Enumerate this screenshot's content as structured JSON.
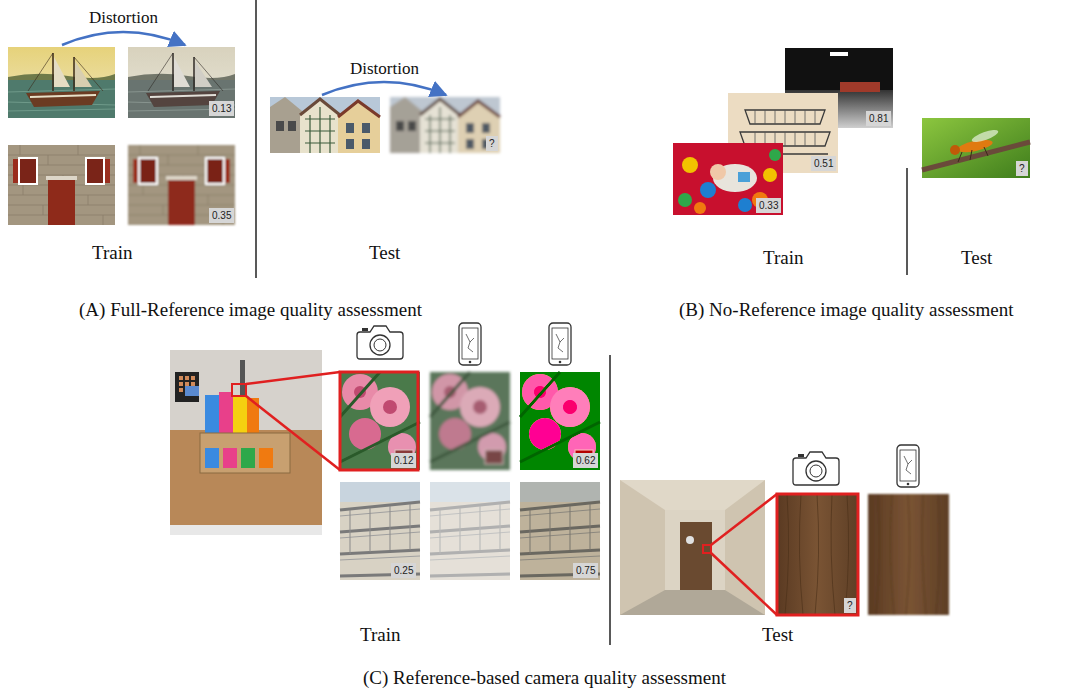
{
  "diagram": {
    "labels": [
      "Distortion",
      "0.13",
      "0.35",
      "Train",
      "Distortion",
      "?",
      "Test",
      "(A) Full-Reference image quality assessment",
      "0.81",
      "0.51",
      "0.33",
      "Train",
      "?",
      "Test",
      "(B) No-Reference image quality assessment",
      "0.12",
      "0.62",
      "0.25",
      "0.75",
      "Train",
      "?",
      "Test",
      "(C) Reference-based camera quality assessment"
    ]
  }
}
